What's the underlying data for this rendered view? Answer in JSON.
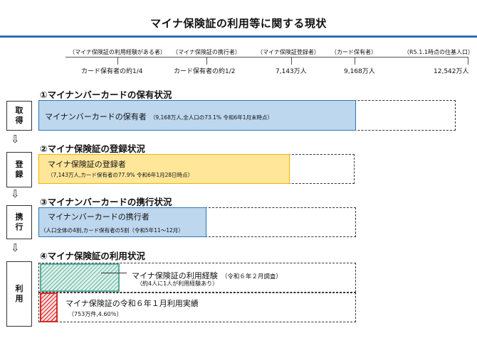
{
  "title": "マイナ保険証の利用等に関する現状",
  "timeline": [
    {
      "caption": "（マイナ保険証の利用経験がある者）",
      "value": "カード保有者の約1/4"
    },
    {
      "caption": "（マイナ保険証の携行者）",
      "value": "カード保有者の約1/2"
    },
    {
      "caption": "（マイナ保険証登録者）",
      "value": "7,143万人"
    },
    {
      "caption": "（カード保有者）",
      "value": "9,168万人"
    },
    {
      "caption": "（R5.1.1時点の住基人口）",
      "value": "12,542万人"
    }
  ],
  "steps": [
    {
      "label": "取得",
      "chars": [
        "取",
        "得"
      ]
    },
    {
      "label": "登録",
      "chars": [
        "登",
        "録"
      ]
    },
    {
      "label": "携行",
      "chars": [
        "携",
        "行"
      ]
    },
    {
      "label": "利用",
      "chars": [
        "利",
        "用"
      ]
    }
  ],
  "arrow_glyph": "⇩",
  "sections": {
    "s1": {
      "heading": "①マイナンバーカードの保有状況",
      "main": "マイナンバーカードの保有者",
      "sub": "（9,168万人,全人口の73.1% 令和6年1月末時点）",
      "color": "#bdd7ee"
    },
    "s2": {
      "heading": "②マイナ保険証の登録状況",
      "main": "マイナ保険証の登録者",
      "sub": "（7,143万人,カード保有者の77.9% 令和6年1月28日時点）",
      "color": "#ffe699"
    },
    "s3": {
      "heading": "③マイナンバーカードの携行状況",
      "main": "マイナンバーカードの携行者",
      "sub": "（人口全体の4割,カード保有者の5割（令和5年11～12月）",
      "color": "#bdd7ee"
    },
    "s4": {
      "heading": "④マイナ保険証の利用状況",
      "experience": {
        "main": "マイナ保険証の利用経験",
        "note": "（令和６年２月調査）",
        "sub": "（約4人に1人が利用経験あり）"
      },
      "actual": {
        "main": "マイナ保険証の令和６年１月利用実績",
        "sub": "（753万件,4.60％）"
      }
    }
  }
}
